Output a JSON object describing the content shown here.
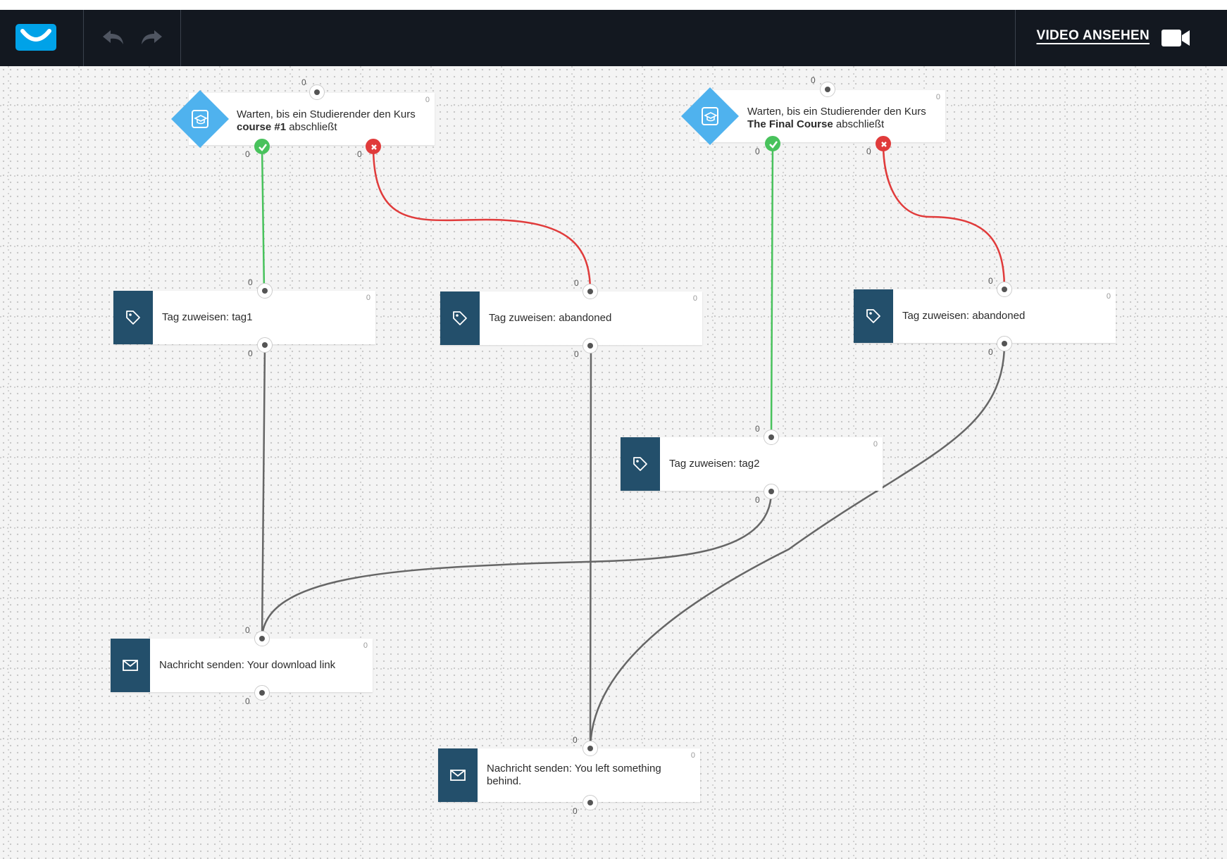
{
  "topbar": {
    "video_label": "VIDEO ANSEHEN",
    "logo_icon": "getresponse-logo-icon",
    "undo_icon": "undo-icon",
    "redo_icon": "redo-icon",
    "video_icon": "video-camera-icon",
    "colors": {
      "bar": "#131820",
      "logo": "#00a2e8"
    }
  },
  "conditions": [
    {
      "text_prefix": "Warten, bis ein Studierender den Kurs",
      "course": "course #1",
      "text_suffix": "abschließt",
      "count": "0",
      "input_count": "0",
      "yes_count": "0",
      "no_count": "0"
    },
    {
      "text_prefix": "Warten, bis ein Studierender den Kurs",
      "course": "The Final Course",
      "text_suffix": "abschließt",
      "count": "0",
      "input_count": "0",
      "yes_count": "0",
      "no_count": "0"
    }
  ],
  "actions": [
    {
      "label": "Tag zuweisen: tag1",
      "icon": "tag-icon",
      "count": "0",
      "in_count": "0",
      "out_count": "0"
    },
    {
      "label": "Tag zuweisen: abandoned",
      "icon": "tag-icon",
      "count": "0",
      "in_count": "0",
      "out_count": "0"
    },
    {
      "label": "Tag zuweisen: abandoned",
      "icon": "tag-icon",
      "count": "0",
      "in_count": "0",
      "out_count": "0"
    },
    {
      "label": "Tag zuweisen: tag2",
      "icon": "tag-icon",
      "count": "0",
      "in_count": "0",
      "out_count": "0"
    },
    {
      "label": "Nachricht senden: Your download link",
      "icon": "envelope-icon",
      "count": "0",
      "in_count": "0",
      "out_count": "0"
    },
    {
      "label": "Nachricht senden: You left something behind.",
      "icon": "envelope-icon",
      "count": "0",
      "in_count": "0",
      "out_count": "0"
    }
  ],
  "colors": {
    "node_side": "#234f6b",
    "diamond": "#4fb2ee",
    "yes": "#48c25c",
    "no": "#e03b3b",
    "link": "#666666"
  }
}
